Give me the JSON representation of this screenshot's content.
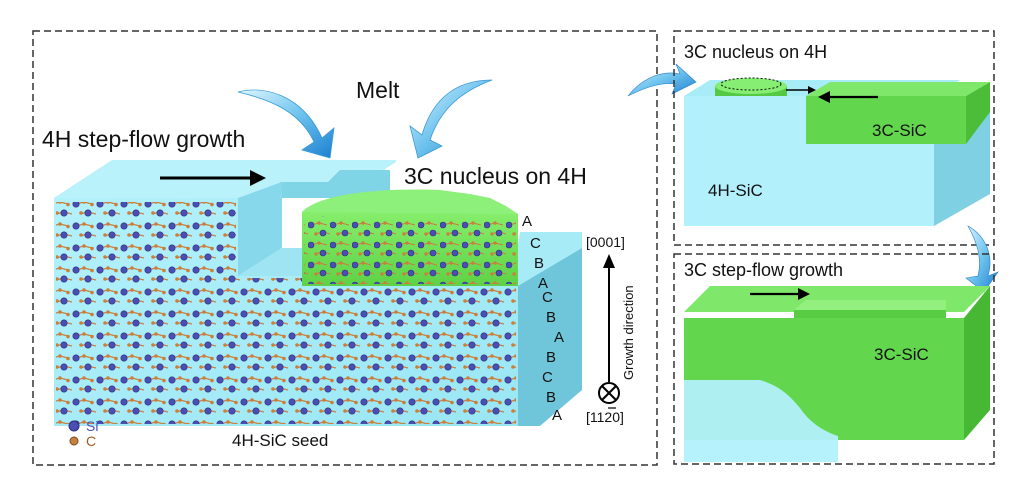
{
  "main_panel": {
    "melt_label": "Melt",
    "step_flow_label": "4H step-flow growth",
    "nucleus_label": "3C nucleus on 4H",
    "seed_label": "4H-SiC seed",
    "legend": {
      "si_label": "Si",
      "c_label": "C",
      "si_color": "#4a4fb5",
      "c_color": "#c9803c"
    },
    "stacking_nucleus": [
      "A",
      "C",
      "B",
      "A"
    ],
    "stacking_seed": [
      "C",
      "B",
      "A",
      "B",
      "C",
      "B",
      "A"
    ],
    "direction_up": "[0001]",
    "direction_label": "Growth direction",
    "direction_in": "[1120]"
  },
  "top_right_panel": {
    "title": "3C nucleus on 4H",
    "layer_3c": "3C-SiC",
    "layer_4h": "4H-SiC"
  },
  "bottom_right_panel": {
    "title": "3C step-flow growth",
    "layer_3c": "3C-SiC"
  },
  "colors": {
    "sic_4h": "#a9eef9",
    "sic_3c": "#6fe05a",
    "arrow_blue": "#2a8fd6"
  }
}
